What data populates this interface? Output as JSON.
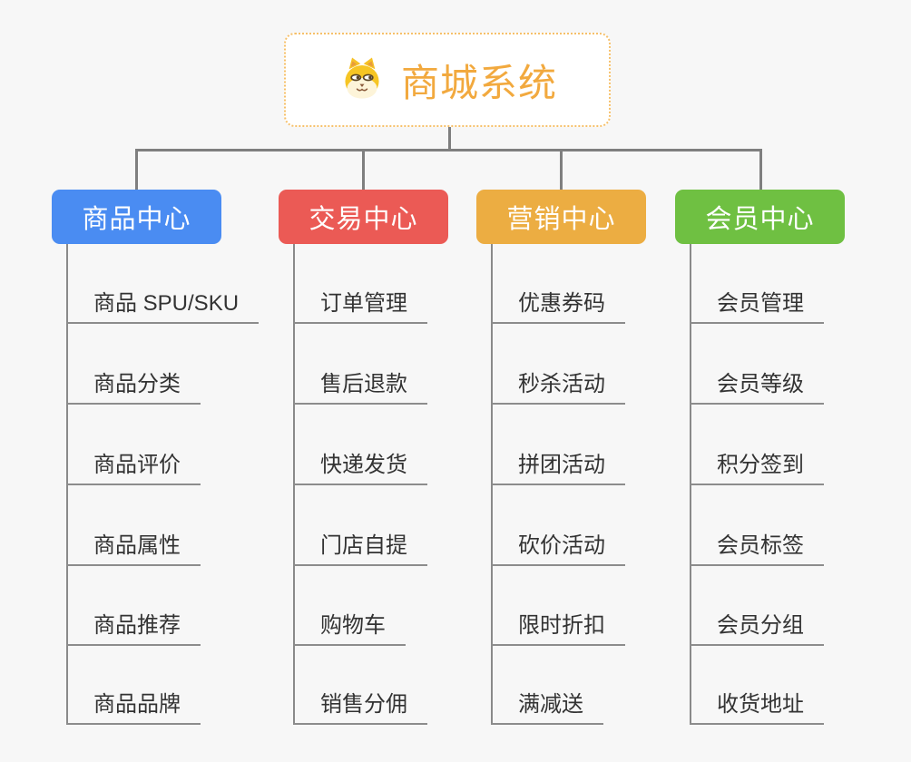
{
  "page": {
    "background_color": "#f7f7f7",
    "connector_color": "#7f7f7f"
  },
  "root": {
    "title": "商城系统",
    "icon": "shiba-dog-icon",
    "text_color": "#f2a93e",
    "border_color": "#f6c06a"
  },
  "branches": [
    {
      "label": "商品中心",
      "color": "#4a8cf2",
      "items": [
        "商品 SPU/SKU",
        "商品分类",
        "商品评价",
        "商品属性",
        "商品推荐",
        "商品品牌"
      ]
    },
    {
      "label": "交易中心",
      "color": "#eb5a55",
      "items": [
        "订单管理",
        "售后退款",
        "快递发货",
        "门店自提",
        "购物车",
        "销售分佣"
      ]
    },
    {
      "label": "营销中心",
      "color": "#ecad42",
      "items": [
        "优惠券码",
        "秒杀活动",
        "拼团活动",
        "砍价活动",
        "限时折扣",
        "满减送"
      ]
    },
    {
      "label": "会员中心",
      "color": "#6fc042",
      "items": [
        "会员管理",
        "会员等级",
        "积分签到",
        "会员标签",
        "会员分组",
        "收货地址"
      ]
    }
  ]
}
